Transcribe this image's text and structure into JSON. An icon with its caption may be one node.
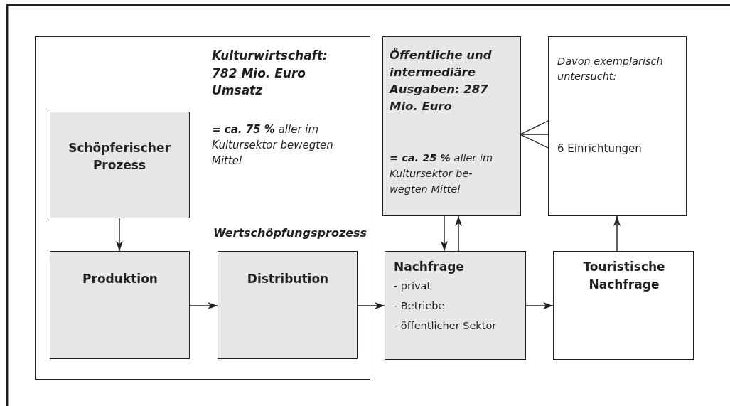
{
  "diagram": {
    "nodes": [
      {
        "text": [
          "Kulturwirtschaft: 782 Mio. Euro Umsatz",
          "**= ca. 75 %** aller im Kultursektor bewegten Mittel",
          "Wertschöpfungsprozess"
        ]
      },
      {
        "text": [
          "Schöpferischer Prozess"
        ],
        "in": 0
      },
      {
        "text": [
          "Produktion"
        ],
        "in": 0
      },
      {
        "text": [
          "Distribution"
        ],
        "in": 0
      },
      {
        "text": [
          "Öffentliche und intermediäre Ausgaben: 287 Mio. Euro",
          "**= ca. 25 %** aller im Kultursektor be- wegten Mittel"
        ]
      },
      {
        "text": [
          "Davon exemplarisch untersucht:",
          "6 Einrichtungen"
        ]
      },
      {
        "text": [
          "Nachfrage",
          "- privat",
          "- Betriebe",
          "- öffentlicher Sektor"
        ]
      },
      {
        "text": [
          "Touristische Nachfrage"
        ]
      }
    ],
    "edges": [
      {
        "from": 1,
        "to": 2,
        "arrow": "to"
      },
      {
        "from": 2,
        "to": 3,
        "arrow": "to"
      },
      {
        "from": 3,
        "to": 6,
        "arrow": "to"
      },
      {
        "from": 6,
        "to": 7,
        "arrow": "to"
      },
      {
        "from": 4,
        "to": 6,
        "arrow": "to"
      },
      {
        "from": 6,
        "to": 4,
        "arrow": "to"
      },
      {
        "from": 7,
        "to": 5,
        "arrow": "to"
      },
      {
        "from": 4,
        "to": 5,
        "arrow": "other"
      }
    ]
  }
}
